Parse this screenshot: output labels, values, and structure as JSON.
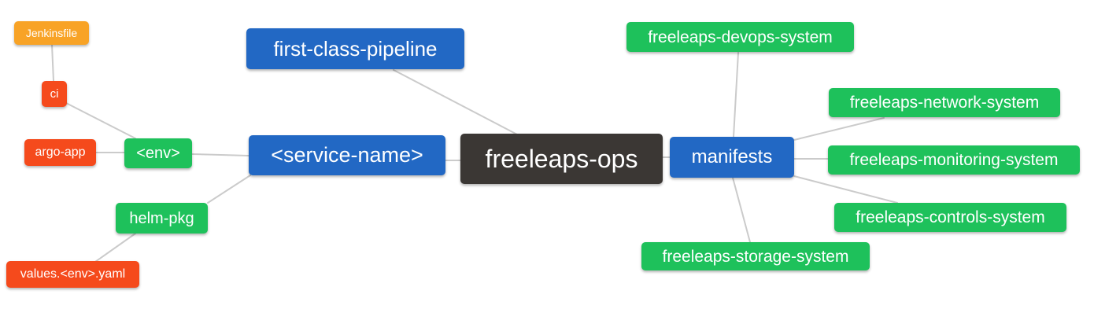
{
  "colors": {
    "blue": "#2268C4",
    "green": "#1EC15B",
    "red": "#F54A1C",
    "orange": "#F8A326",
    "dark": "#3B3734",
    "edge": "#CBCBCB",
    "background": "#FFFFFF",
    "node_text": "#FFFFFF"
  },
  "nodes": {
    "jenkinsfile": {
      "label": "Jenkinsfile",
      "color": "orange"
    },
    "ci": {
      "label": "ci",
      "color": "red"
    },
    "argo_app": {
      "label": "argo-app",
      "color": "red"
    },
    "env": {
      "label": "<env>",
      "color": "green"
    },
    "helm_pkg": {
      "label": "helm-pkg",
      "color": "green"
    },
    "values_env_yaml": {
      "label": "values.<env>.yaml",
      "color": "red"
    },
    "first_class_pipeline": {
      "label": "first-class-pipeline",
      "color": "blue"
    },
    "service_name": {
      "label": "<service-name>",
      "color": "blue"
    },
    "freeleaps_ops": {
      "label": "freeleaps-ops",
      "color": "dark"
    },
    "manifests": {
      "label": "manifests",
      "color": "blue"
    },
    "devops_system": {
      "label": "freeleaps-devops-system",
      "color": "green"
    },
    "network_system": {
      "label": "freeleaps-network-system",
      "color": "green"
    },
    "monitoring_system": {
      "label": "freeleaps-monitoring-system",
      "color": "green"
    },
    "controls_system": {
      "label": "freeleaps-controls-system",
      "color": "green"
    },
    "storage_system": {
      "label": "freeleaps-storage-system",
      "color": "green"
    }
  },
  "edges": [
    {
      "from": "jenkinsfile",
      "to": "ci"
    },
    {
      "from": "ci",
      "to": "env"
    },
    {
      "from": "argo_app",
      "to": "env"
    },
    {
      "from": "env",
      "to": "service_name"
    },
    {
      "from": "service_name",
      "to": "helm_pkg"
    },
    {
      "from": "helm_pkg",
      "to": "values_env_yaml"
    },
    {
      "from": "first_class_pipeline",
      "to": "freeleaps_ops"
    },
    {
      "from": "service_name",
      "to": "freeleaps_ops"
    },
    {
      "from": "freeleaps_ops",
      "to": "manifests"
    },
    {
      "from": "manifests",
      "to": "devops_system"
    },
    {
      "from": "manifests",
      "to": "network_system"
    },
    {
      "from": "manifests",
      "to": "monitoring_system"
    },
    {
      "from": "manifests",
      "to": "controls_system"
    },
    {
      "from": "manifests",
      "to": "storage_system"
    }
  ]
}
